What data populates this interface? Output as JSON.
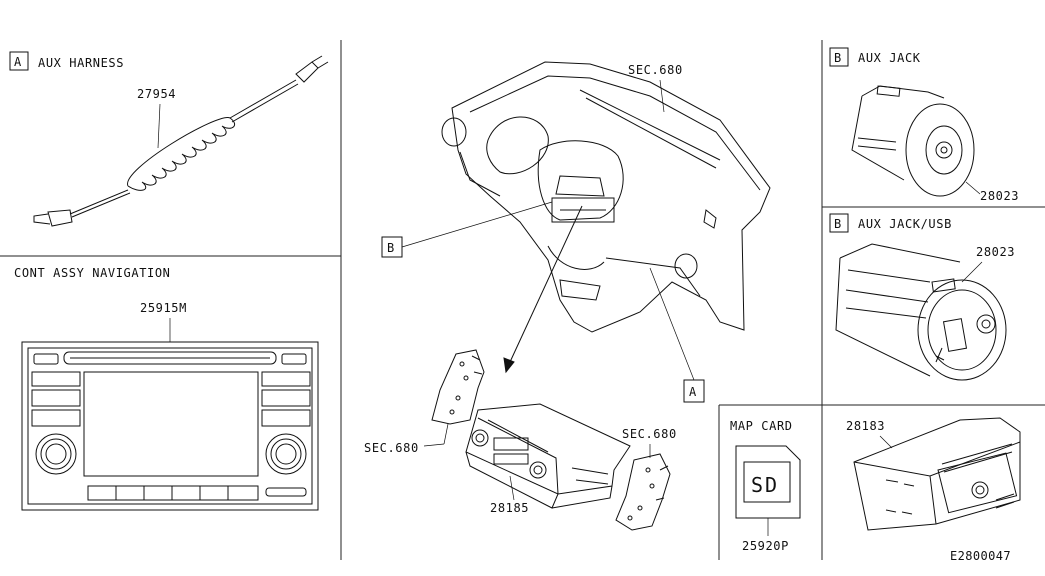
{
  "sections": {
    "aux_harness": {
      "letter": "A",
      "title": "AUX HARNESS",
      "part": "27954"
    },
    "navigation": {
      "title": "CONT ASSY NAVIGATION",
      "part": "25915M"
    },
    "center": {
      "sec_top": "SEC.680",
      "callout_b": "B",
      "callout_a": "A",
      "sec_left": "SEC.680",
      "sec_right": "SEC.680",
      "part": "28185"
    },
    "aux_jack": {
      "letter": "B",
      "title": "AUX JACK",
      "part": "28023"
    },
    "aux_jack_usb": {
      "letter": "B",
      "title": "AUX JACK/USB",
      "part": "28023"
    },
    "map_card": {
      "title": "MAP CARD",
      "card_label": "SD",
      "part": "25920P"
    },
    "audio_unit": {
      "part": "28183"
    }
  },
  "diagram_id": "E2800047"
}
